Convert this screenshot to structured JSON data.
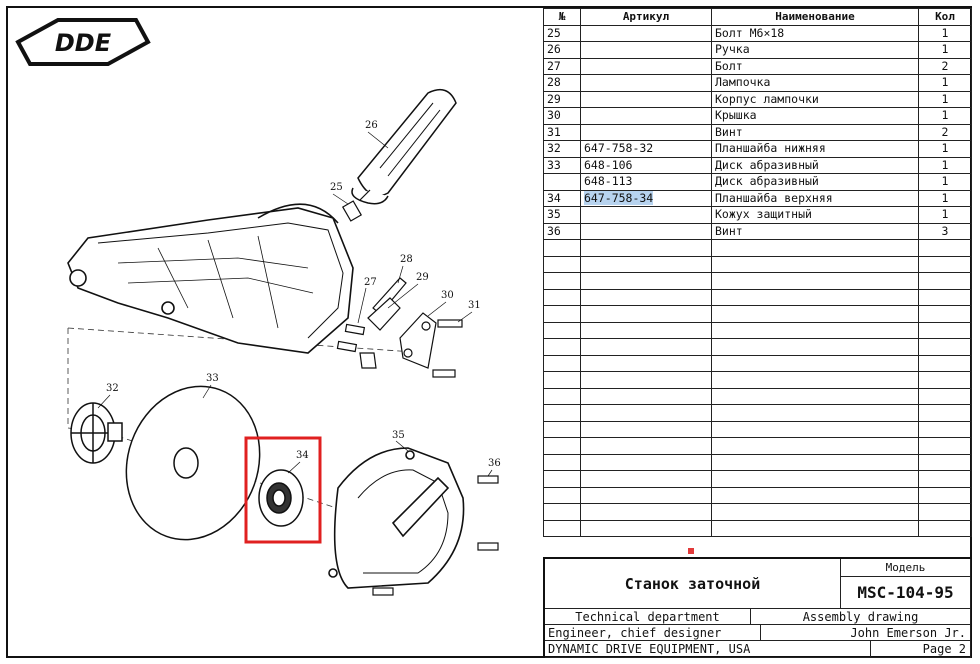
{
  "logo": {
    "text": "DDE"
  },
  "table": {
    "headers": {
      "num": "№",
      "article": "Артикул",
      "name": "Наименование",
      "qty": "Кол"
    },
    "rows": [
      {
        "num": "25",
        "article": "",
        "name": "Болт М6×18",
        "qty": "1"
      },
      {
        "num": "26",
        "article": "",
        "name": "Ручка",
        "qty": "1"
      },
      {
        "num": "27",
        "article": "",
        "name": "Болт",
        "qty": "2"
      },
      {
        "num": "28",
        "article": "",
        "name": "Лампочка",
        "qty": "1"
      },
      {
        "num": "29",
        "article": "",
        "name": "Корпус лампочки",
        "qty": "1"
      },
      {
        "num": "30",
        "article": "",
        "name": "Крышка",
        "qty": "1"
      },
      {
        "num": "31",
        "article": "",
        "name": "Винт",
        "qty": "2"
      },
      {
        "num": "32",
        "article": "647-758-32",
        "name": "Планшайба нижняя",
        "qty": "1"
      },
      {
        "num": "33",
        "article": "648-106",
        "name": "Диск абразивный",
        "qty": "1"
      },
      {
        "num": "",
        "article": "648-113",
        "name": "Диск абразивный",
        "qty": "1"
      },
      {
        "num": "34",
        "article": "647-758-34",
        "name": "Планшайба верхняя",
        "qty": "1"
      },
      {
        "num": "35",
        "article": "",
        "name": "Кожух защитный",
        "qty": "1"
      },
      {
        "num": "36",
        "article": "",
        "name": "Винт",
        "qty": "3"
      }
    ],
    "highlighted_article": "647-758-34",
    "empty_rows": 18
  },
  "title_block": {
    "product_name": "Станок заточной",
    "model_label": "Модель",
    "model": "MSC-104-95",
    "department": "Technical department",
    "drawing_type": "Assembly drawing",
    "role": "Engineer, chief designer",
    "person": "John Emerson Jr.",
    "company": "DYNAMIC DRIVE EQUIPMENT, USA",
    "page": "Page 2"
  },
  "callouts": [
    "25",
    "26",
    "27",
    "28",
    "29",
    "30",
    "31",
    "32",
    "33",
    "34",
    "35",
    "36"
  ],
  "colors": {
    "highlight_box": "#e02020",
    "highlight_text_bg": "#b7d3ef"
  }
}
